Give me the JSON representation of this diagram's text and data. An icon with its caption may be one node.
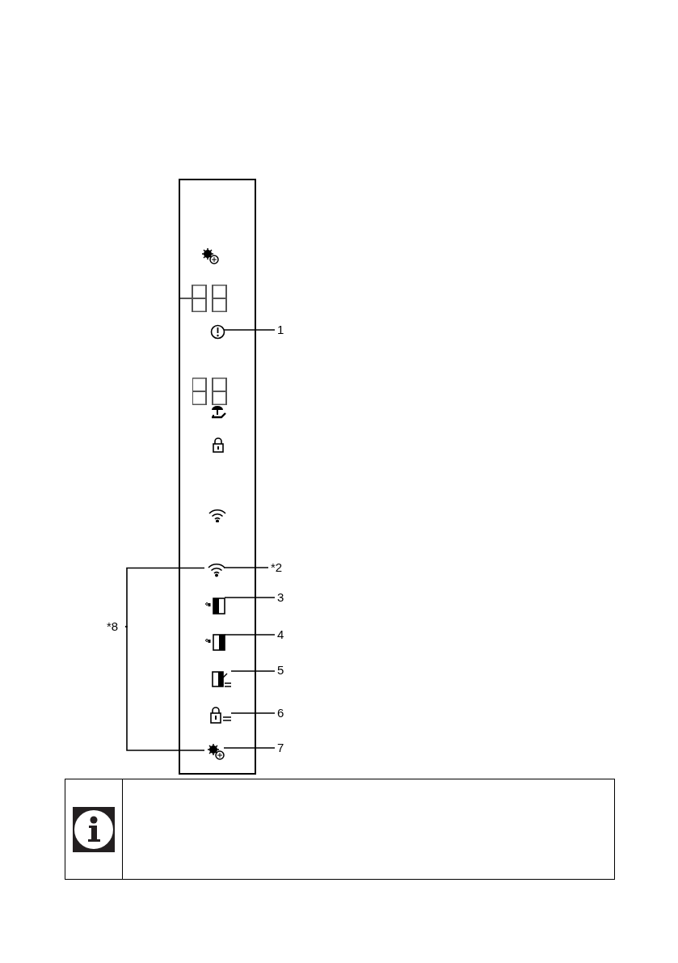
{
  "diagram": {
    "nodes": [
      {
        "text": [],
        "shape": "box"
      },
      {
        "text": [],
        "shape": "picture",
        "in": 0
      },
      {
        "text": [],
        "shape": "picture",
        "in": 0
      },
      {
        "text": [],
        "shape": "picture",
        "in": 0
      },
      {
        "text": [],
        "shape": "picture",
        "in": 0
      },
      {
        "text": [],
        "shape": "picture",
        "in": 0
      },
      {
        "text": [],
        "shape": "picture",
        "in": 0
      },
      {
        "text": [],
        "shape": "picture",
        "in": 0
      },
      {
        "text": [
          "1"
        ]
      },
      {
        "text": [
          "*2"
        ]
      },
      {
        "text": [
          "3"
        ]
      },
      {
        "text": [
          "4"
        ]
      },
      {
        "text": [
          "5"
        ]
      },
      {
        "text": [
          "6"
        ]
      },
      {
        "text": [
          "7"
        ]
      },
      {
        "text": [
          "*8"
        ]
      }
    ],
    "edges": [
      {
        "from": 8,
        "to": 1,
        "arrow": "none"
      },
      {
        "from": 9,
        "to": 2,
        "arrow": "none"
      },
      {
        "from": 10,
        "to": 3,
        "arrow": "none"
      },
      {
        "from": 11,
        "to": 4,
        "arrow": "none"
      },
      {
        "from": 12,
        "to": 5,
        "arrow": "none"
      },
      {
        "from": 13,
        "to": 6,
        "arrow": "none"
      },
      {
        "from": 14,
        "to": 7,
        "arrow": "none"
      },
      {
        "from": 15,
        "to": 2,
        "arrow": "none"
      },
      {
        "from": 15,
        "to": 7,
        "arrow": "none"
      }
    ]
  }
}
